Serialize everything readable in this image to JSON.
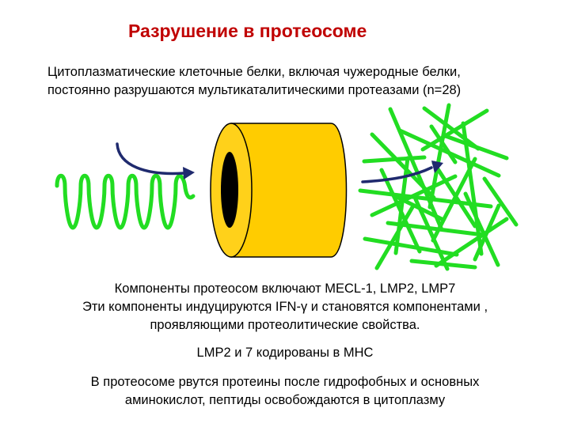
{
  "slide": {
    "title": "Разрушение в протеосоме",
    "intro_lines": [
      "Цитоплазматические клеточные белки, включая чужеродные белки,",
      "постоянно разрушаются мультикаталитическими протеазами (n=28)"
    ],
    "components_lines": [
      "Компоненты протеосом включают MECL-1, LMP2, LMP7",
      "Эти компоненты индуцируются IFN-γ и становятся компонентами ,",
      "проявляющими протеолитические свойства."
    ],
    "mhc_line": "LMP2 и 7 кодированы в  MHC",
    "conclusion_lines": [
      "В  протеосоме рвутся протеины после гидрофобных и основных",
      "аминокислот, пептиды освобождаются в цитоплазму"
    ]
  },
  "illustration": {
    "colors": {
      "protein": "#22dd22",
      "cylinder_body": "#ffcc00",
      "cylinder_face": "#ffd11a",
      "cylinder_outline": "#000000",
      "cylinder_hole": "#000000",
      "arrow": "#1f2a6e"
    },
    "parts": [
      "unfolded-protein-coil",
      "proteasome-cylinder",
      "input-arrow",
      "output-arrow",
      "peptide-fragments"
    ]
  }
}
